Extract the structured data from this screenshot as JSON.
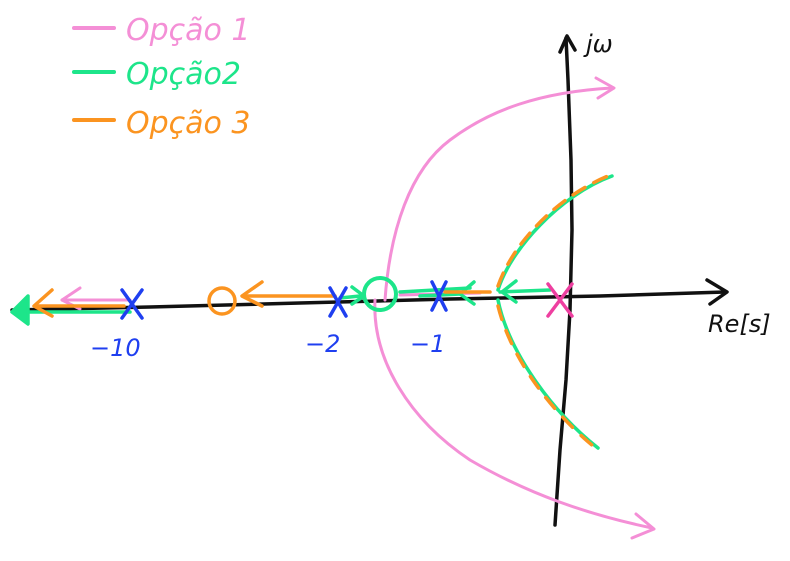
{
  "colors": {
    "opcao1": "#f48fd6",
    "opcao2": "#1de58a",
    "opcao3": "#fb9420",
    "marker_blue": "#1f3ff0",
    "origin_pole": "#ee3fa0",
    "axis": "#111111"
  },
  "legend": {
    "items": [
      {
        "label": "Opção 1",
        "color_key": "opcao1"
      },
      {
        "label": "Opção2",
        "color_key": "opcao2"
      },
      {
        "label": "Opção 3",
        "color_key": "opcao3"
      }
    ]
  },
  "axes": {
    "real_label": "Re[s]",
    "imag_label": "jω"
  },
  "ticks": {
    "minus10": "−10",
    "minus2": "−2",
    "minus1": "−1"
  },
  "markers": {
    "poles_blue": [
      -10,
      -2,
      -1
    ],
    "pole_origin": 0,
    "zero_opcao3": -6,
    "zero_opcao2": -1.8
  }
}
